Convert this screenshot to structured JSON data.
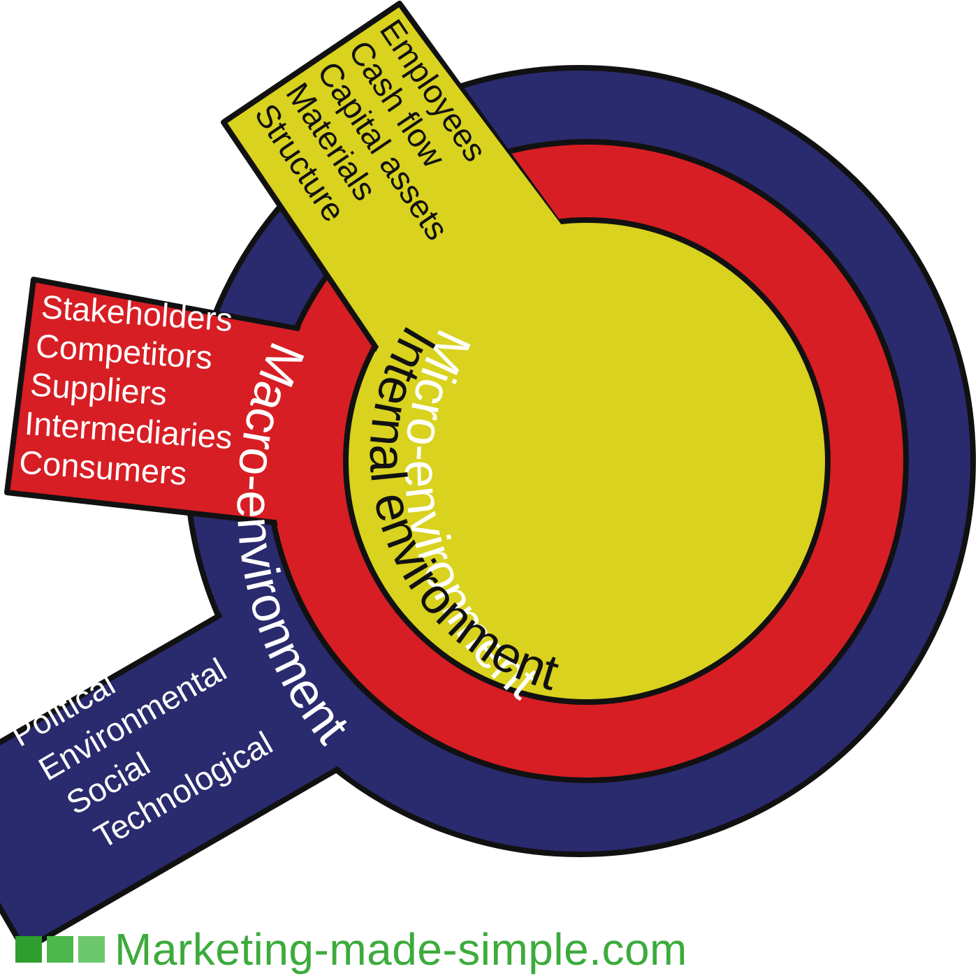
{
  "rings": {
    "macro": {
      "label": "Macro-environment",
      "color": "#2a2a6e",
      "text_color": "#ffffff"
    },
    "micro": {
      "label": "Micro-environment",
      "color": "#d71e24",
      "text_color": "#ffffff"
    },
    "internal": {
      "label": "Internal environment",
      "color": "#d9d21f",
      "text_color": "#111111"
    }
  },
  "boxes": {
    "internal": {
      "items": [
        "Employees",
        "Cash flow",
        "Capital assets",
        "Materials",
        "Structure"
      ]
    },
    "micro": {
      "items": [
        "Stakeholders",
        "Competitors",
        "Suppliers",
        "Intermediaries",
        "Consumers"
      ]
    },
    "macro": {
      "items": [
        "Political",
        "Environmental",
        "Social",
        "Technological"
      ]
    }
  },
  "footer": {
    "site": "Marketing-made-simple.com",
    "square_colors": [
      "#2e9e2e",
      "#4cb84c",
      "#6cc86c"
    ],
    "text_color": "#3cab3c"
  },
  "outline_color": "#111111"
}
